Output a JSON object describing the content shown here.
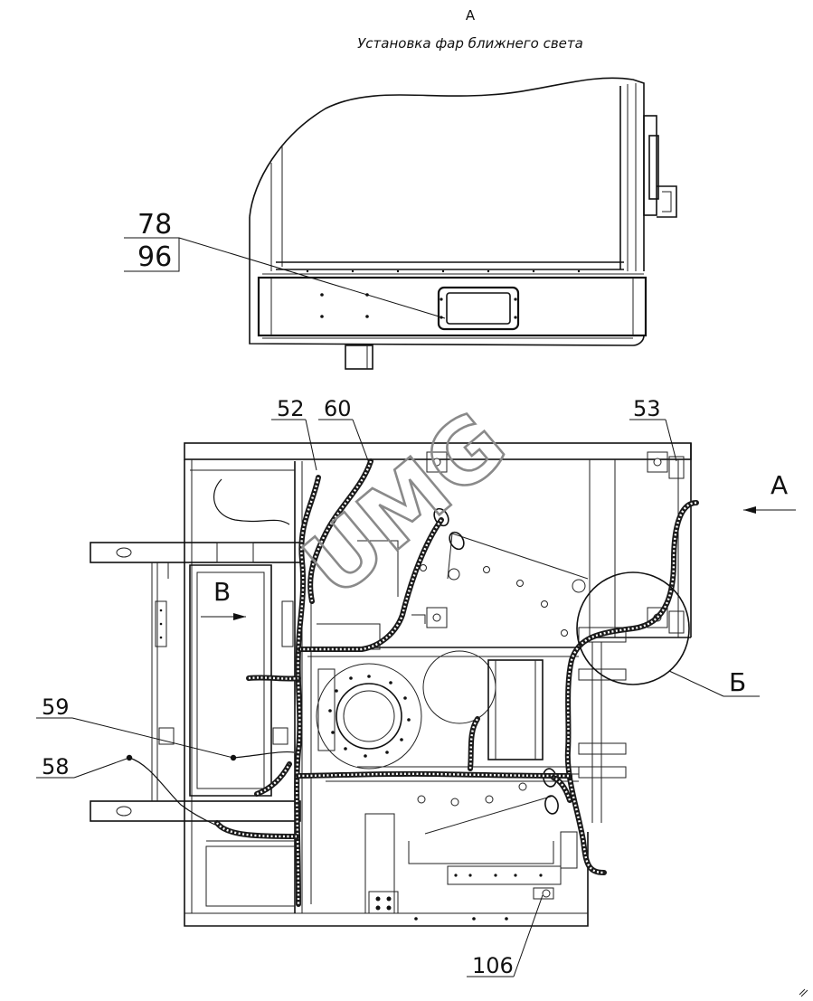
{
  "view": {
    "letter": "А",
    "caption": "Установка фар ближнего света"
  },
  "callouts": {
    "c78": "78",
    "c96": "96",
    "c52": "52",
    "c60": "60",
    "c53": "53",
    "cA": "А",
    "cB": "В",
    "cBe": "Б",
    "c59": "59",
    "c58": "58",
    "c106": "106"
  },
  "watermark": "UMG"
}
